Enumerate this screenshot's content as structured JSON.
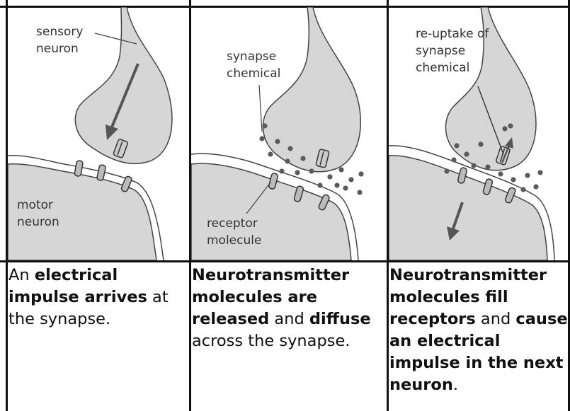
{
  "panel1": {
    "label_sensory": "sensory\nneuron",
    "label_motor": "motor\nneuron"
  },
  "panel2": {
    "label_chemical": "synapse\nchemical",
    "label_receptor": "receptor\nmolecule"
  },
  "panel3": {
    "label_reuptake": "re-uptake of\nsynapse\nchemical"
  },
  "captions": {
    "c1_a": "An ",
    "c1_b": "electrical impulse arrives",
    "c1_c": " at the synapse.",
    "c2_a": "Neurotransmitter molecules are released",
    "c2_b": " and ",
    "c2_c": "diffuse",
    "c2_d": " across the synapse.",
    "c3_a": "Neurotransmitter molecules fill receptors",
    "c3_b": " and ",
    "c3_c": "cause an electrical impulse in the next neuron",
    "c3_d": "."
  },
  "colors": {
    "neuron_fill": "#d6d6d6",
    "neuron_stroke": "#444444",
    "dot": "#5a5a5a",
    "arrow": "#555555"
  }
}
